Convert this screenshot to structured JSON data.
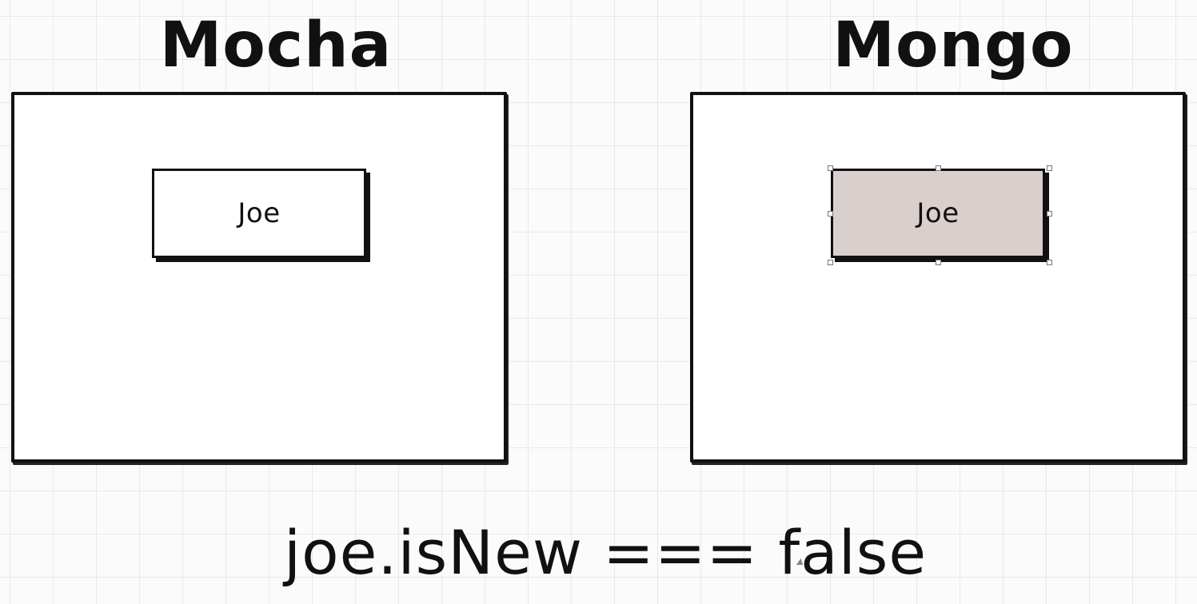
{
  "left_panel": {
    "title": "Mocha",
    "record_label": "Joe"
  },
  "right_panel": {
    "title": "Mongo",
    "record_label": "Joe",
    "record_fill": "#d9d0ce"
  },
  "expression": "joe.isNew === false",
  "colors": {
    "stroke": "#111111",
    "grid": "#e9e9e9",
    "background": "#fbfbfb"
  }
}
